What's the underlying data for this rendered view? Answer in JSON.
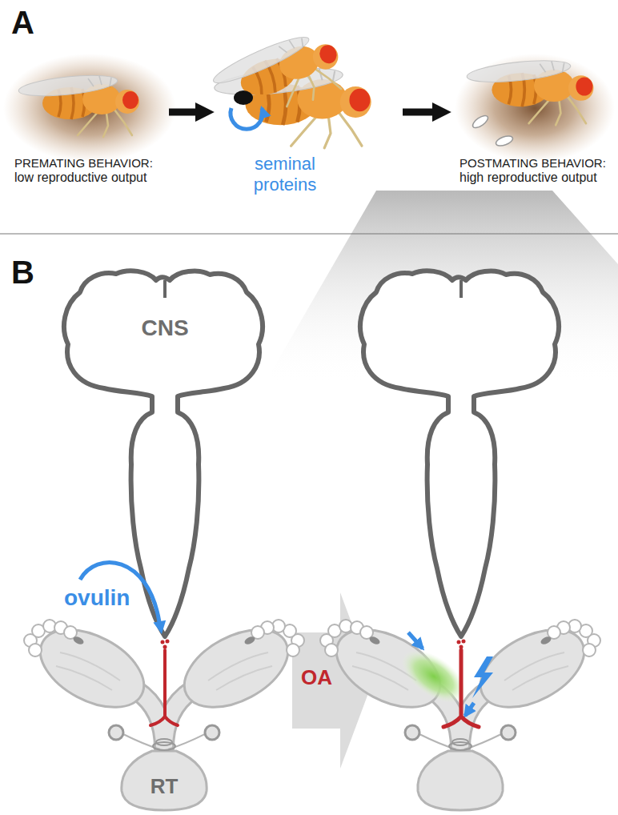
{
  "diagram": {
    "nodes": [
      {
        "text": [
          "PREMATING BEHAVIOR:",
          "low reproductive output"
        ]
      },
      {
        "text": [
          "seminal proteins"
        ]
      },
      {
        "text": [
          "POSTMATING BEHAVIOR:",
          "high reproductive output"
        ]
      },
      {
        "text": [
          "CNS"
        ]
      },
      {
        "text": [
          "RT"
        ]
      }
    ],
    "edges": [
      {
        "from": 0,
        "to": 1,
        "arrow": "to"
      },
      {
        "from": 1,
        "to": 2,
        "arrow": "to"
      }
    ],
    "labels": [
      "A",
      "B",
      "ovulin",
      "OA"
    ]
  }
}
